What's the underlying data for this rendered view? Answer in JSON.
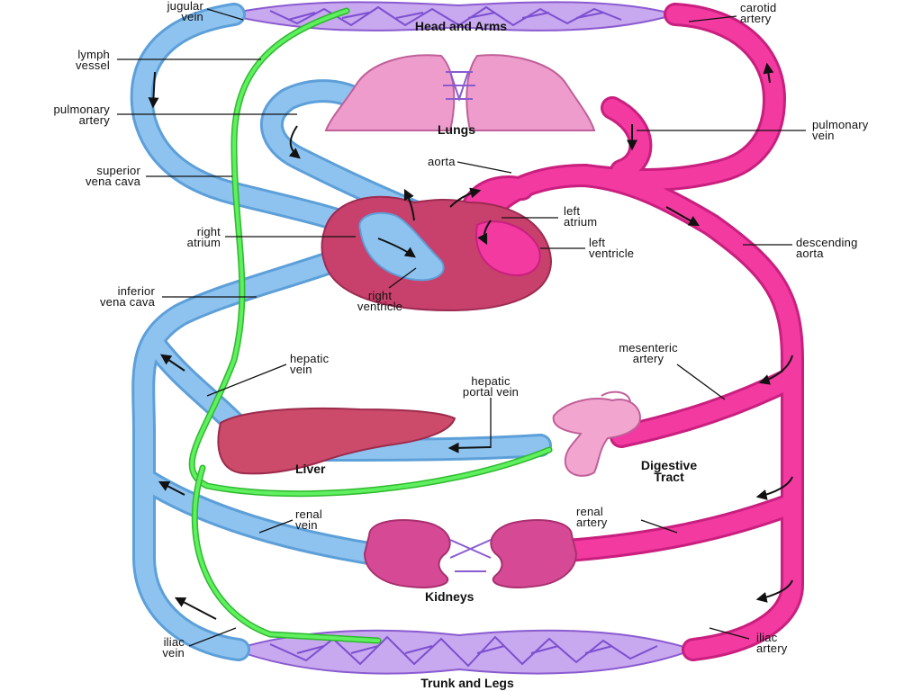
{
  "colors": {
    "vein": "#8ec3f0",
    "vein_dark": "#5d9fd8",
    "artery": "#f23aa0",
    "artery_dark": "#c91f7f",
    "lymph": "#4ce04c",
    "organ_pink": "#e98bc2",
    "heart": "#c8406c",
    "liver": "#cc4a6a",
    "kidney": "#d64a95"
  },
  "labels": {
    "jugular_vein": "jugular\nvein",
    "lymph_vessel": "lymph\nvessel",
    "pulmonary_artery": "pulmonary\nartery",
    "superior_vena_cava": "superior\nvena cava",
    "right_atrium": "right\natrium",
    "inferior_vena_cava": "inferior\nvena cava",
    "hepatic_vein": "hepatic\nvein",
    "renal_vein": "renal\nvein",
    "iliac_vein": "iliac\nvein",
    "carotid_artery": "carotid\nartery",
    "pulmonary_vein": "pulmonary\nvein",
    "aorta": "aorta",
    "left_atrium": "left\natrium",
    "left_ventricle": "left\nventricle",
    "descending_aorta": "descending\naorta",
    "right_ventricle": "right\nventricle",
    "mesenteric_artery": "mesenteric\nartery",
    "hepatic_portal_vein": "hepatic\nportal vein",
    "renal_artery": "renal\nartery",
    "iliac_artery": "iliac\nartery"
  },
  "organs": {
    "head_and_arms": "Head and Arms",
    "lungs": "Lungs",
    "liver": "Liver",
    "digestive_tract": "Digestive\nTract",
    "kidneys": "Kidneys",
    "trunk_and_legs": "Trunk and Legs"
  }
}
